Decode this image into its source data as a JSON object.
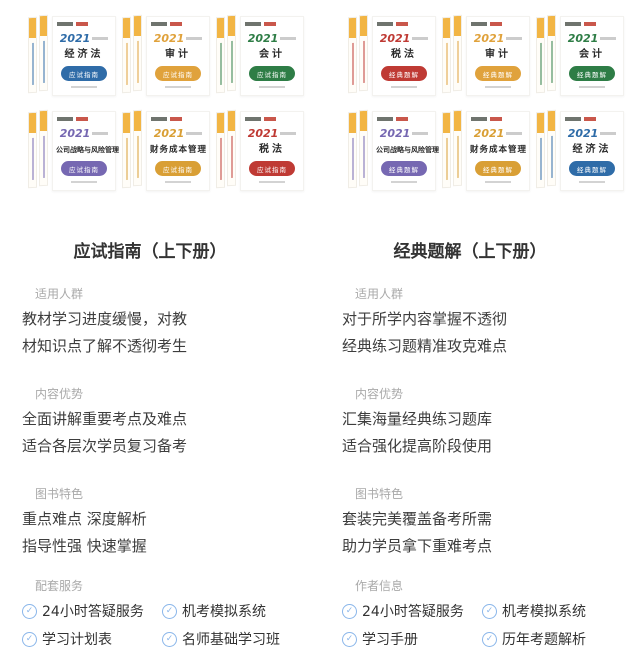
{
  "colors": {
    "page_bg": "#ffffff",
    "accent_check": "#8ab6ea",
    "text_primary": "#3d3d3d",
    "text_label": "#a9a9a9",
    "bookmark_yellow": "#f2b544",
    "subject_blue": "#2f6ca8",
    "subject_yellow": "#e0a23c",
    "subject_green": "#2e7d46",
    "subject_purple": "#7668b2",
    "subject_gold": "#d99f35",
    "subject_red": "#bf3a34"
  },
  "products": [
    {
      "title": "应试指南（上下册）",
      "badge": "应试指南",
      "year": "2021",
      "books": [
        {
          "subject": "经济法",
          "color": "#2f6ca8"
        },
        {
          "subject": "审计",
          "color": "#e0a23c"
        },
        {
          "subject": "会计",
          "color": "#2e7d46"
        },
        {
          "subject": "公司战略与风险管理",
          "color": "#7668b2"
        },
        {
          "subject": "财务成本管理",
          "color": "#d99f35"
        },
        {
          "subject": "税法",
          "color": "#bf3a34"
        }
      ],
      "sections": [
        {
          "label": "适用人群",
          "lines": [
            "教材学习进度缓慢，对教",
            "材知识点了解不透彻考生"
          ]
        },
        {
          "label": "内容优势",
          "lines": [
            "全面讲解重要考点及难点",
            "适合各层次学员复习备考"
          ]
        },
        {
          "label": "图书特色",
          "lines": [
            "重点难点 深度解析",
            "指导性强 快速掌握"
          ]
        }
      ],
      "services": {
        "label": "配套服务",
        "items": [
          "24小时答疑服务",
          "机考模拟系统",
          "学习计划表",
          "名师基础学习班"
        ]
      }
    },
    {
      "title": "经典题解（上下册）",
      "badge": "经典题解",
      "year": "2021",
      "books": [
        {
          "subject": "税法",
          "color": "#bf3a34"
        },
        {
          "subject": "审计",
          "color": "#e0a23c"
        },
        {
          "subject": "会计",
          "color": "#2e7d46"
        },
        {
          "subject": "公司战略与风险管理",
          "color": "#7668b2"
        },
        {
          "subject": "财务成本管理",
          "color": "#d99f35"
        },
        {
          "subject": "经济法",
          "color": "#2f6ca8"
        }
      ],
      "sections": [
        {
          "label": "适用人群",
          "lines": [
            "对于所学内容掌握不透彻",
            "经典练习题精准攻克难点"
          ]
        },
        {
          "label": "内容优势",
          "lines": [
            "汇集海量经典练习题库",
            "适合强化提高阶段使用"
          ]
        },
        {
          "label": "图书特色",
          "lines": [
            "套装完美覆盖备考所需",
            "助力学员拿下重难考点"
          ]
        }
      ],
      "services": {
        "label": "作者信息",
        "items": [
          "24小时答疑服务",
          "机考模拟系统",
          "学习手册",
          "历年考题解析"
        ]
      }
    }
  ]
}
